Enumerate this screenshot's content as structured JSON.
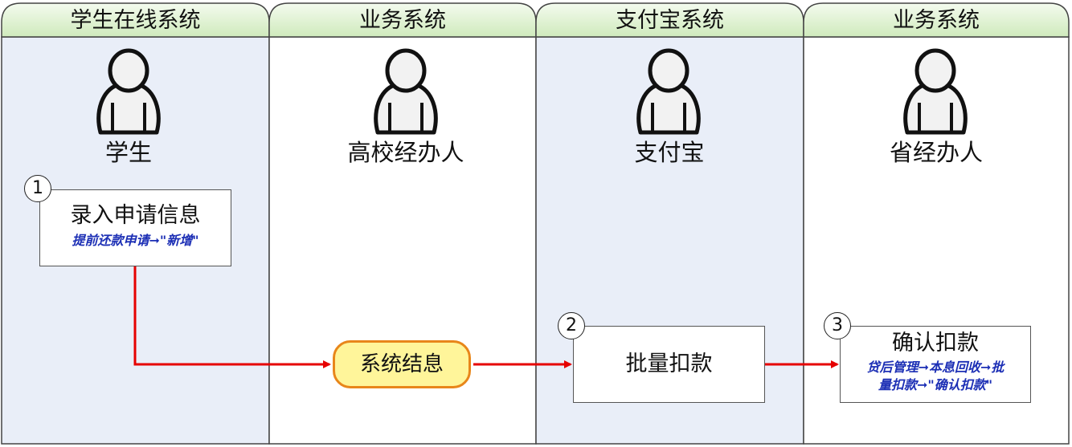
{
  "lanes": [
    {
      "title": "学生在线系统",
      "actor": "学生",
      "fill": "#e9eef8"
    },
    {
      "title": "业务系统",
      "actor": "高校经办人",
      "fill": "#ffffff"
    },
    {
      "title": "支付宝系统",
      "actor": "支付宝",
      "fill": "#e9eef8"
    },
    {
      "title": "业务系统",
      "actor": "省经办人",
      "fill": "#ffffff"
    }
  ],
  "steps": [
    {
      "number": "1",
      "title": "录入申请信息",
      "subtitle": "提前还款申请➞\"新增\""
    },
    {
      "number": "2",
      "title": "批量扣款",
      "subtitle": ""
    },
    {
      "number": "3",
      "title": "确认扣款",
      "subtitle_line1": "贷后管理➞本息回收➞批",
      "subtitle_line2": "量扣款➞\"确认扣款\""
    }
  ],
  "system_node": {
    "label": "系统结息"
  },
  "colors": {
    "header_fill": "#d8f0c8",
    "border": "#444444",
    "arrow": "#e60000",
    "node_fill": "#fff59a",
    "node_border": "#e8861a",
    "subtitle_text": "#1c2fb5"
  },
  "icons": {
    "actor": "person-icon",
    "flow": "arrow-right-icon"
  }
}
